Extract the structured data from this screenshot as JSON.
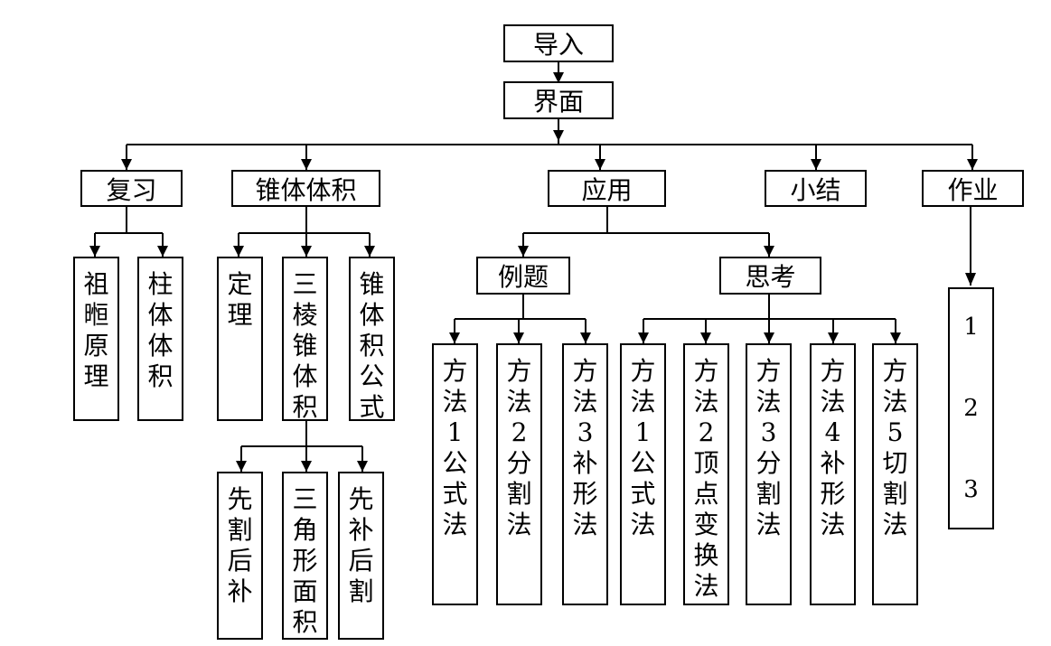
{
  "nodes": {
    "intro": "导入",
    "interface": "界面",
    "review": "复习",
    "cone_volume": "锥体体积",
    "application": "应用",
    "summary": "小结",
    "homework": "作业",
    "zuxuan": "祖暅原理",
    "prism_volume": "柱体体积",
    "theorem": "定理",
    "tri_pyramid_volume": "三棱锥体积",
    "cone_formula": "锥体积公式",
    "cut_then_fill": "先割后补",
    "triangle_area": "三角形面积",
    "fill_then_cut": "先补后割",
    "example": "例题",
    "thinking": "思考",
    "ex_method1": "方法1公式法",
    "ex_method2": "方法2分割法",
    "ex_method3": "方法3补形法",
    "th_method1": "方法1公式法",
    "th_method2": "方法2顶点变换法",
    "th_method3": "方法3分割法",
    "th_method4": "方法4补形法",
    "th_method5": "方法5切割法",
    "homework_items": [
      "1",
      "2",
      "3"
    ]
  }
}
